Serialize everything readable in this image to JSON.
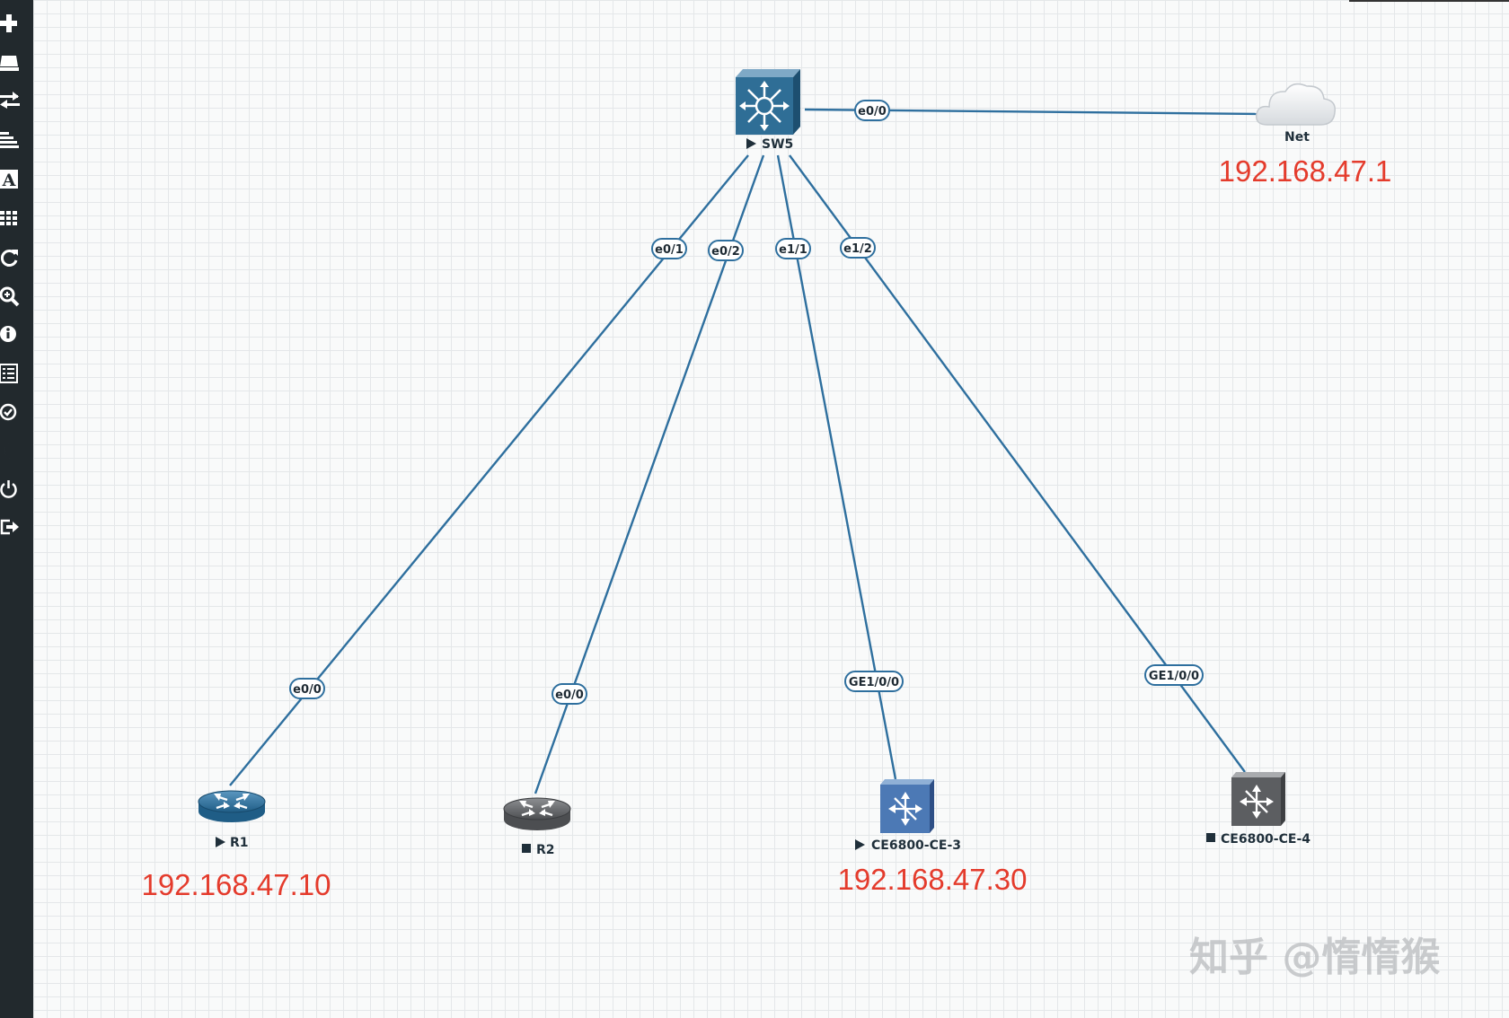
{
  "sidebar": {
    "items": [
      {
        "name": "add-icon"
      },
      {
        "name": "nodes-icon"
      },
      {
        "name": "networks-icon"
      },
      {
        "name": "startup-config-icon"
      },
      {
        "name": "text-icon"
      },
      {
        "name": "grid-icon"
      },
      {
        "name": "refresh-icon"
      },
      {
        "name": "zoom-icon"
      },
      {
        "name": "info-icon"
      },
      {
        "name": "list-icon"
      },
      {
        "name": "status-icon"
      },
      {
        "name": "dark-mode-icon"
      },
      {
        "name": "power-icon"
      },
      {
        "name": "logout-icon"
      }
    ]
  },
  "topology": {
    "nodes": {
      "sw5": {
        "name": "SW5",
        "state": "running"
      },
      "net": {
        "name": "Net",
        "ip": "192.168.47.1"
      },
      "r1": {
        "name": "R1",
        "state": "running",
        "ip": "192.168.47.10"
      },
      "r2": {
        "name": "R2",
        "state": "stopped"
      },
      "ce3": {
        "name": "CE6800-CE-3",
        "state": "running",
        "ip": "192.168.47.30"
      },
      "ce4": {
        "name": "CE6800-CE-4",
        "state": "stopped"
      }
    },
    "links": [
      {
        "from": "SW5",
        "to": "Net",
        "labels": [
          "e0/0"
        ]
      },
      {
        "from": "SW5",
        "to": "R1",
        "labels": [
          "e0/1",
          "e0/0"
        ]
      },
      {
        "from": "SW5",
        "to": "R2",
        "labels": [
          "e0/2",
          "e0/0"
        ]
      },
      {
        "from": "SW5",
        "to": "CE6800-CE-3",
        "labels": [
          "e1/1",
          "GE1/0/0"
        ]
      },
      {
        "from": "SW5",
        "to": "CE6800-CE-4",
        "labels": [
          "e1/2",
          "GE1/0/0"
        ]
      }
    ]
  },
  "watermark": "知乎 @惰惰猴",
  "colors": {
    "link": "#2e6f9e",
    "ip": "#e43b2c",
    "sidebar": "#22292d"
  }
}
